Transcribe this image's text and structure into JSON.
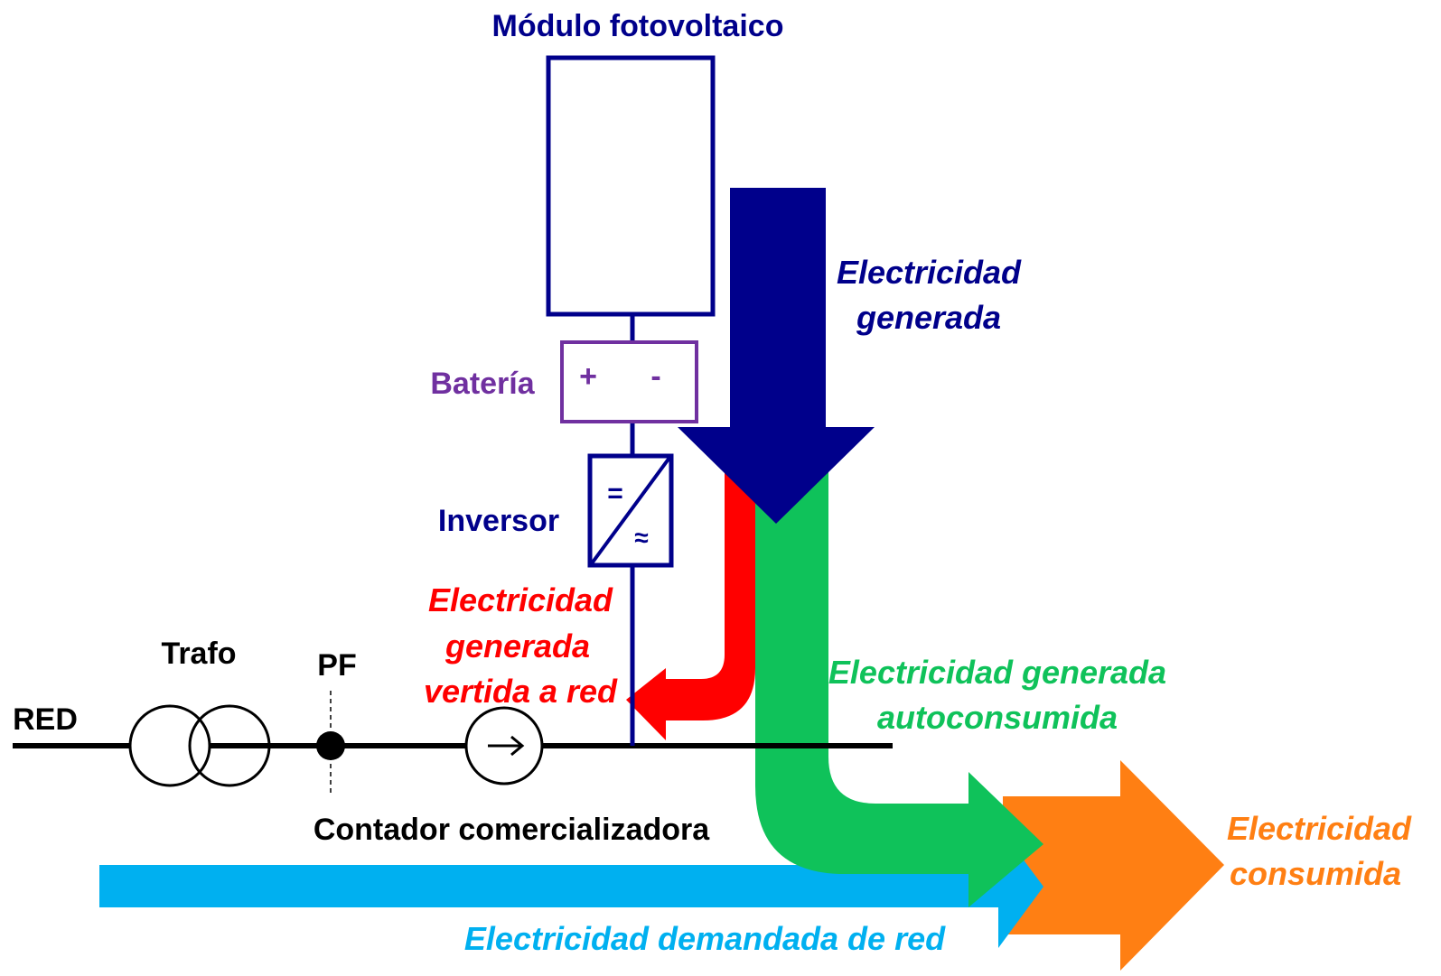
{
  "diagram": {
    "module_label": "Módulo fotovoltaico",
    "battery_label": "Batería",
    "battery_plus": "+",
    "battery_minus": "-",
    "inverter_label": "Inversor",
    "inverter_dc": "=",
    "inverter_ac": "≈",
    "trafo_label": "Trafo",
    "pf_label": "PF",
    "red_label": "RED",
    "meter_label": "Contador comercializadora",
    "flows": {
      "generated": {
        "line1": "Electricidad",
        "line2": "generada"
      },
      "exported": {
        "line1": "Electricidad",
        "line2": "generada",
        "line3": "vertida a red"
      },
      "selfconsumed": {
        "line1": "Electricidad generada",
        "line2": "autoconsumida"
      },
      "consumed": {
        "line1": "Electricidad",
        "line2": "consumida"
      },
      "demanded": {
        "line1": "Electricidad demandada de red"
      }
    }
  },
  "colors": {
    "navy": "#00008B",
    "purple": "#7030A0",
    "red": "#FF0000",
    "green": "#0FC25A",
    "cyan": "#00B0F0",
    "orange": "#FF7F13",
    "black": "#000000"
  }
}
